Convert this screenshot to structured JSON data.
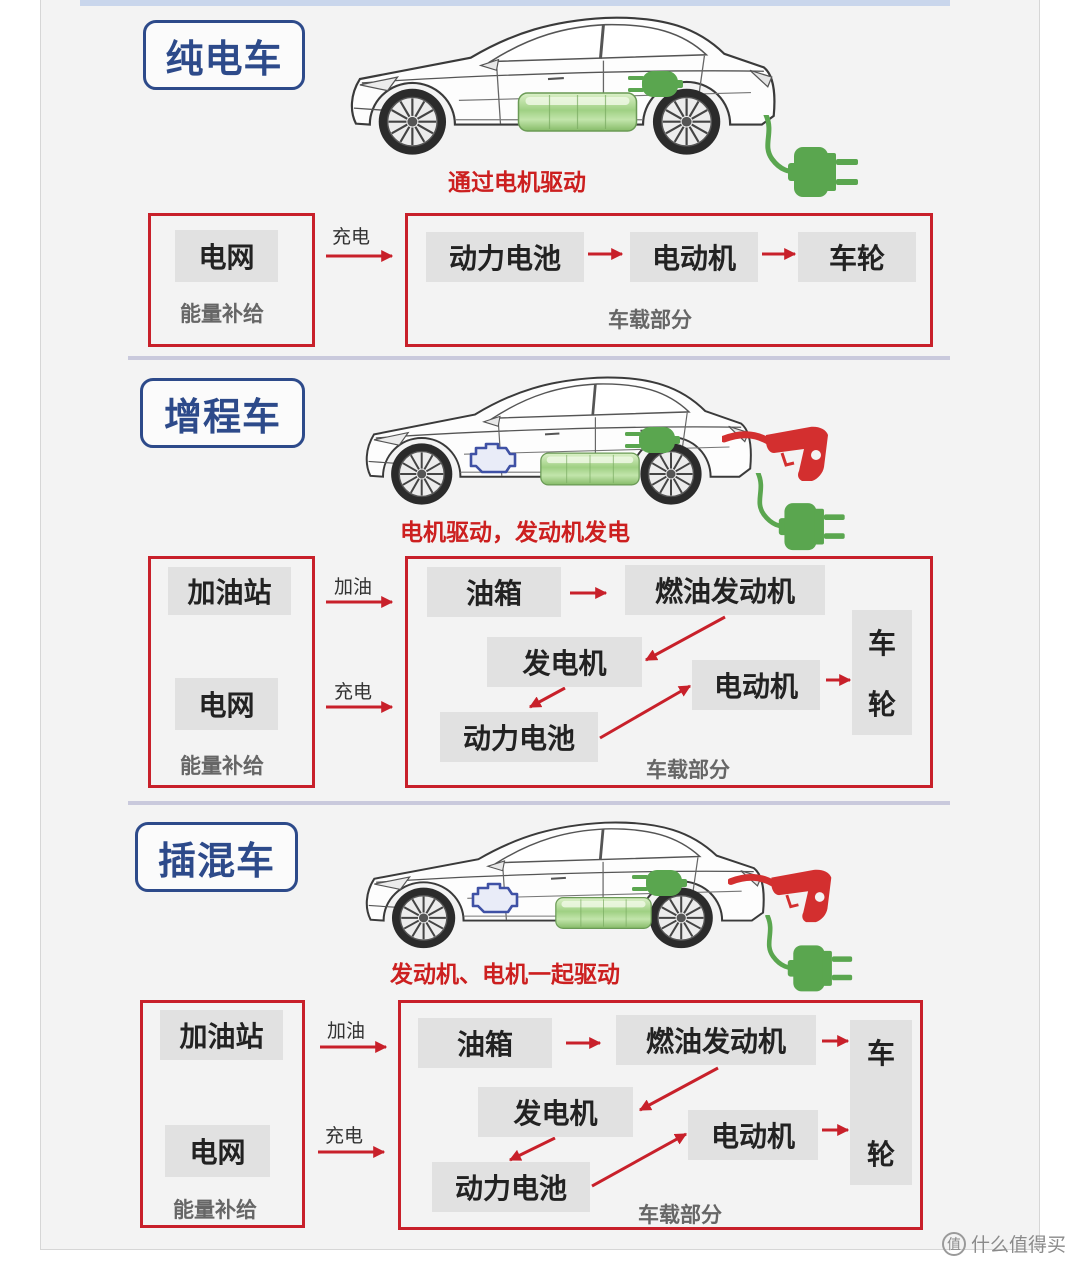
{
  "colors": {
    "frame_red": "#c8202a",
    "caption_red": "#cc1f1f",
    "title_blue": "#2d4a8a",
    "node_grey": "#e1e1e1",
    "plug_green": "#5aa64f",
    "nozzle_red": "#d32f2f",
    "engine_blue": "#3f51a5"
  },
  "icons": [
    "car-icon",
    "wheel-icon",
    "battery-icon",
    "charging-port-icon",
    "charging-plug-icon",
    "fuel-nozzle-icon",
    "engine-icon"
  ],
  "sections": [
    {
      "title": "纯电车",
      "caption": "通过电机驱动",
      "supply": {
        "grid": "电网",
        "label": "能量补给"
      },
      "arrow_labels": {
        "charge": "充电"
      },
      "onboard": {
        "battery": "动力电池",
        "motor": "电动机",
        "wheel": "车轮",
        "label": "车载部分"
      }
    },
    {
      "title": "增程车",
      "caption": "电机驱动，发动机发电",
      "supply": {
        "gas_station": "加油站",
        "grid": "电网",
        "label": "能量补给"
      },
      "arrow_labels": {
        "fuel": "加油",
        "charge": "充电"
      },
      "onboard": {
        "tank": "油箱",
        "engine": "燃油发动机",
        "generator": "发电机",
        "battery": "动力电池",
        "motor": "电动机",
        "wheel_top": "车",
        "wheel_bottom": "轮",
        "label": "车载部分"
      }
    },
    {
      "title": "插混车",
      "caption": "发动机、电机一起驱动",
      "supply": {
        "gas_station": "加油站",
        "grid": "电网",
        "label": "能量补给"
      },
      "arrow_labels": {
        "fuel": "加油",
        "charge": "充电"
      },
      "onboard": {
        "tank": "油箱",
        "engine": "燃油发动机",
        "generator": "发电机",
        "battery": "动力电池",
        "motor": "电动机",
        "wheel_top": "车",
        "wheel_bottom": "轮",
        "label": "车载部分"
      }
    }
  ],
  "watermark": {
    "logo": "值",
    "text": "什么值得买"
  }
}
